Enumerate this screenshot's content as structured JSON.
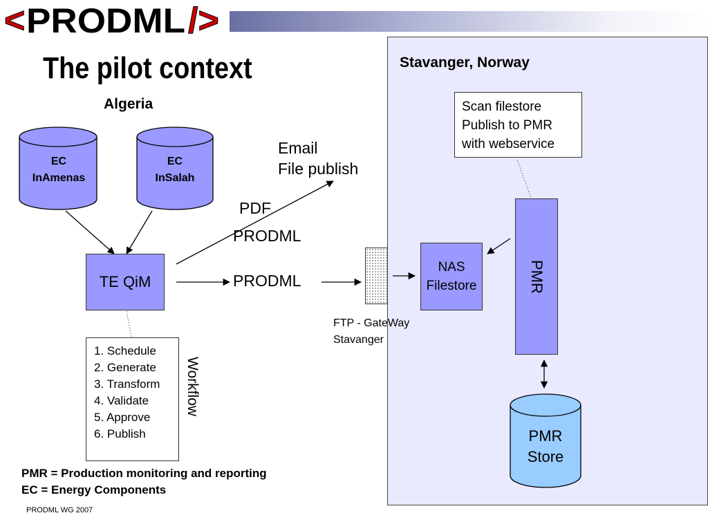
{
  "header": {
    "logo_text": "<PRODML/>",
    "title": "The pilot context"
  },
  "algeria": {
    "label": "Algeria",
    "db1": {
      "line1": "EC",
      "line2": "InAmenas"
    },
    "db2": {
      "line1": "EC",
      "line2": "InSalah"
    },
    "teqim": "TE QiM",
    "email_line1": "Email",
    "email_line2": "File publish",
    "pdf": "PDF",
    "prodml_upper": "PRODML",
    "prodml_lower": "PRODML",
    "workflow_title": "Workflow",
    "workflow_steps": [
      "1. Schedule",
      "2. Generate",
      "3. Transform",
      "4. Validate",
      "5. Approve",
      "6. Publish"
    ]
  },
  "gateway": {
    "line1": "FTP - GateWay",
    "line2": "Stavanger"
  },
  "stavanger": {
    "label": "Stavanger, Norway",
    "scan_lines": [
      "Scan filestore",
      "Publish to PMR",
      "with webservice"
    ],
    "nas_line1": "NAS",
    "nas_line2": "Filestore",
    "pmr": "PMR",
    "pmr_store_line1": "PMR",
    "pmr_store_line2": "Store"
  },
  "legend": {
    "line1": "PMR = Production monitoring and reporting",
    "line2": "EC = Energy Components"
  },
  "footer": "PRODML WG 2007",
  "colors": {
    "box_fill": "#9999ff",
    "store_fill": "#99ccff",
    "panel_fill": "#eaeaff",
    "logo_red": "#cc0000"
  }
}
